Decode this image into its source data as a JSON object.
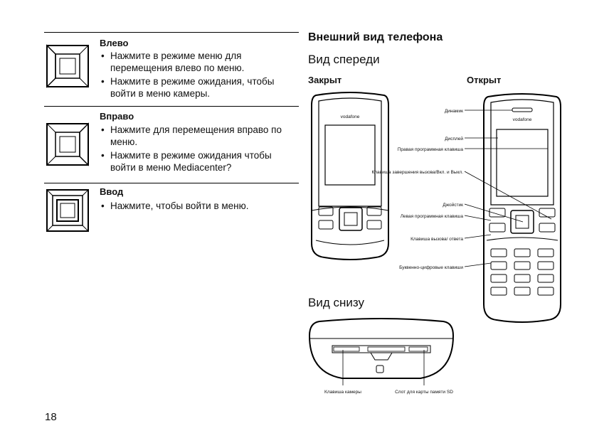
{
  "left_column": {
    "sections": [
      {
        "title": "Влево",
        "bullets": [
          "Нажмите в режиме меню для перемещения влево по меню.",
          "Нажмите в режиме ожидания, чтобы войти в меню камеры."
        ]
      },
      {
        "title": "Вправо",
        "bullets": [
          "Нажмите для перемещения вправо по меню.",
          "Нажмите в режиме ожидания чтобы войти в меню Mediacenter?"
        ]
      },
      {
        "title": "Ввод",
        "bullets": [
          "Нажмите, чтобы войти в меню."
        ]
      }
    ]
  },
  "right_column": {
    "heading": "Внешний вид телефона",
    "front_view": "Вид спереди",
    "closed_label": "Закрыт",
    "open_label": "Открыт",
    "bottom_view": "Вид снизу",
    "brand": "vodafone",
    "callouts_open": [
      "Динамик",
      "Дисплей",
      "Правая программная клавиша",
      "Клавиша завершения вызова/Вкл. и Выкл.",
      "Джойстик",
      "Левая программная клавиша",
      "Клавиша вызова/ ответа",
      "Буквенно-цифровые клавиши"
    ],
    "callouts_bottom": [
      "Клавиша камеры",
      "Слот для карты памяти SD"
    ]
  },
  "page_number": "18"
}
